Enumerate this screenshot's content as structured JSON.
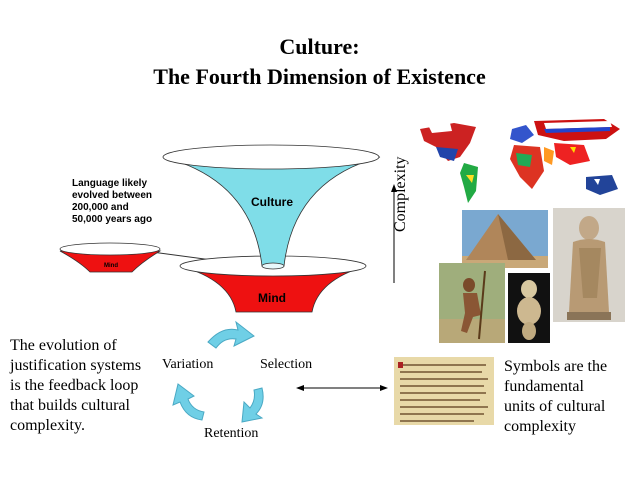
{
  "title": {
    "line1": "Culture:",
    "line2": "The Fourth Dimension of Existence"
  },
  "funnel": {
    "culture_label": "Culture",
    "mind_label": "Mind",
    "small_mind_label": "Mind",
    "culture_color": "#7fdde8",
    "mind_color": "#ee1111"
  },
  "note": {
    "line1": "Language likely",
    "line2": "evolved between",
    "line3": "200,000 and",
    "line4": "50,000 years ago"
  },
  "complexity_axis": {
    "label": "Complexity"
  },
  "cycle": {
    "variation": "Variation",
    "selection": "Selection",
    "retention": "Retention",
    "arrow_color": "#6fcfe6"
  },
  "evolution_text": {
    "line1": "The evolution of",
    "line2": "justification systems",
    "line3": "is the feedback loop",
    "line4": "that builds cultural",
    "line5": "complexity."
  },
  "symbols_text": {
    "line1": "Symbols are the",
    "line2": "fundamental",
    "line3": "units of cultural",
    "line4": "complexity"
  },
  "images": {
    "world_map": "world-flags-map",
    "pyramid": "pyramid-photo",
    "hunter": "hunter-photo",
    "figurine": "figurine-photo",
    "statue": "statue-photo",
    "manuscript": "manuscript-photo"
  }
}
